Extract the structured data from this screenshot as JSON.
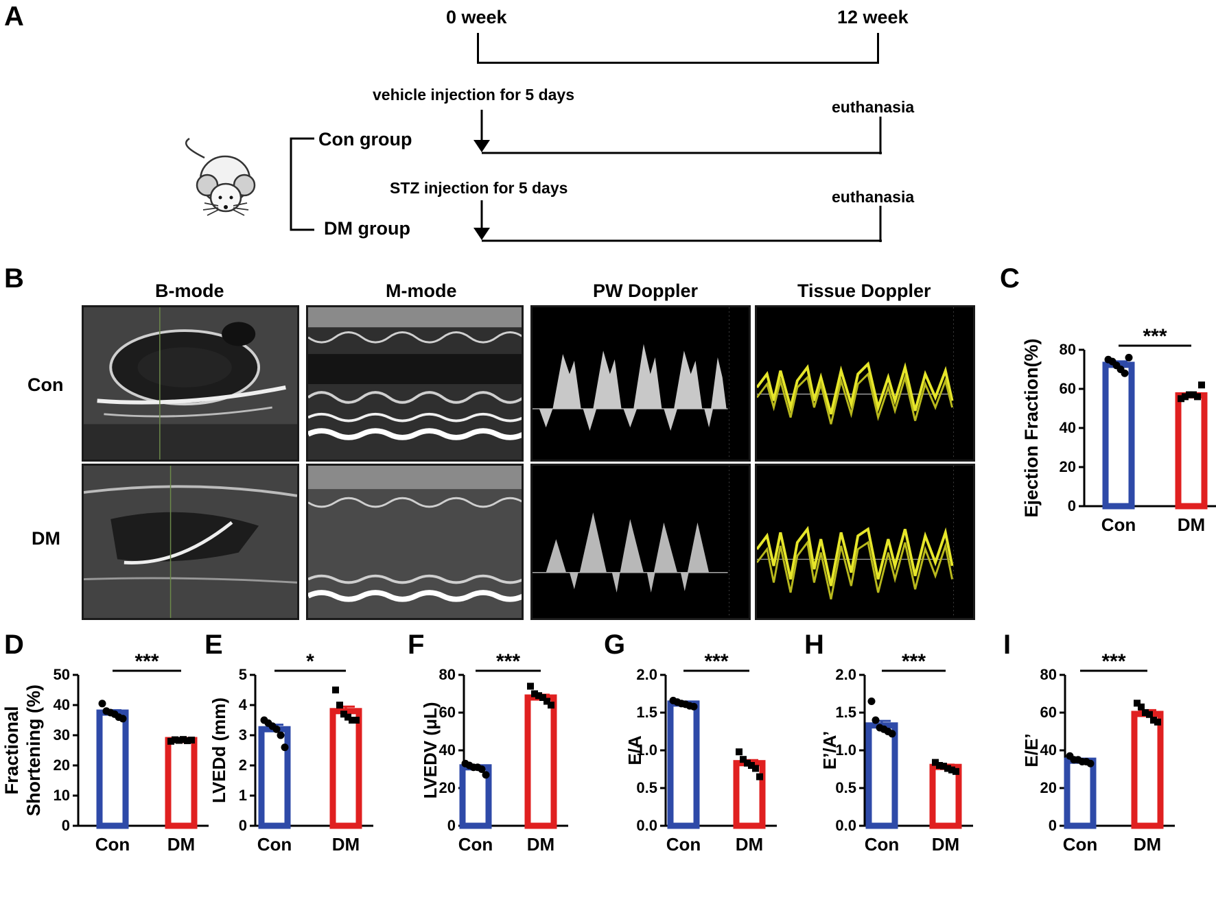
{
  "panel_labels": {
    "a": "A",
    "b": "B",
    "c": "C",
    "d": "D",
    "e": "E",
    "f": "F",
    "g": "G",
    "h": "H",
    "i": "I"
  },
  "timeline": {
    "start": "0 week",
    "end": "12 week",
    "con_injection": "vehicle injection for 5 days",
    "dm_injection": "STZ injection for 5 days",
    "con_end": "euthanasia",
    "dm_end": "euthanasia",
    "con_group": "Con group",
    "dm_group": "DM group"
  },
  "echo": {
    "columns": [
      "B-mode",
      "M-mode",
      "PW Doppler",
      "Tissue Doppler"
    ],
    "rows": [
      "Con",
      "DM"
    ]
  },
  "colors": {
    "con": "#2e4aa8",
    "dm": "#e02020",
    "doppler_trace": "#e6e62a"
  },
  "chart_data": [
    {
      "id": "C",
      "type": "bar",
      "categories": [
        "Con",
        "DM"
      ],
      "values": [
        72.3,
        56.7
      ],
      "sem": [
        1.8,
        0.9
      ],
      "points": [
        [
          75,
          74,
          72,
          70,
          68,
          76
        ],
        [
          55,
          56,
          57,
          57,
          56,
          62
        ]
      ],
      "title": "",
      "xlabel": "",
      "ylabel": "Ejection Fraction(%)",
      "ylim": [
        0,
        80
      ],
      "yticks": [
        "0",
        "20",
        "40",
        "60",
        "80"
      ],
      "significance": "***"
    },
    {
      "id": "D",
      "type": "bar",
      "categories": [
        "Con",
        "DM"
      ],
      "values": [
        37.5,
        28.4
      ],
      "sem": [
        0.8,
        0.3
      ],
      "points": [
        [
          40.5,
          38,
          37.5,
          37,
          36,
          35.5
        ],
        [
          28,
          28.5,
          28.3,
          28.6,
          28.2,
          28.4
        ]
      ],
      "title": "",
      "xlabel": "",
      "ylabel": "Fractional Shortening (%)",
      "ylabel_lines": [
        "Fractional",
        "Shortening (%)"
      ],
      "ylim": [
        0,
        50
      ],
      "yticks": [
        "0",
        "10",
        "20",
        "30",
        "40",
        "50"
      ],
      "significance": "***"
    },
    {
      "id": "E",
      "type": "bar",
      "categories": [
        "Con",
        "DM"
      ],
      "values": [
        3.2,
        3.8
      ],
      "sem": [
        0.15,
        0.15
      ],
      "points": [
        [
          3.5,
          3.4,
          3.3,
          3.2,
          3.0,
          2.6
        ],
        [
          4.5,
          4.0,
          3.7,
          3.6,
          3.5,
          3.5
        ]
      ],
      "title": "",
      "xlabel": "",
      "ylabel": "LVEDd (mm)",
      "ylim": [
        0,
        5
      ],
      "yticks": [
        "0",
        "1",
        "2",
        "3",
        "4",
        "5"
      ],
      "significance": "*"
    },
    {
      "id": "F",
      "type": "bar",
      "categories": [
        "Con",
        "DM"
      ],
      "values": [
        31,
        68
      ],
      "sem": [
        1.0,
        1.5
      ],
      "points": [
        [
          33,
          32,
          31,
          31,
          30,
          27
        ],
        [
          74,
          70,
          69,
          68,
          66,
          64
        ]
      ],
      "title": "",
      "xlabel": "",
      "ylabel": "LVEDV (μL)",
      "ylim": [
        0,
        80
      ],
      "yticks": [
        "0",
        "20",
        "40",
        "60",
        "80"
      ],
      "significance": "***"
    },
    {
      "id": "G",
      "type": "bar",
      "categories": [
        "Con",
        "DM"
      ],
      "values": [
        1.62,
        0.83
      ],
      "sem": [
        0.02,
        0.04
      ],
      "points": [
        [
          1.66,
          1.64,
          1.62,
          1.61,
          1.59,
          1.58
        ],
        [
          0.98,
          0.88,
          0.83,
          0.8,
          0.76,
          0.65
        ]
      ],
      "title": "",
      "xlabel": "",
      "ylabel": "E/A",
      "ylim": [
        0,
        2
      ],
      "yticks": [
        "0.0",
        "0.5",
        "1.0",
        "1.5",
        "2.0"
      ],
      "significance": "***"
    },
    {
      "id": "H",
      "type": "bar",
      "categories": [
        "Con",
        "DM"
      ],
      "values": [
        1.33,
        0.78
      ],
      "sem": [
        0.06,
        0.03
      ],
      "points": [
        [
          1.65,
          1.4,
          1.3,
          1.28,
          1.25,
          1.22
        ],
        [
          0.84,
          0.8,
          0.79,
          0.76,
          0.74,
          0.72
        ]
      ],
      "title": "",
      "xlabel": "",
      "ylabel": "E’/A’",
      "ylim": [
        0,
        2
      ],
      "yticks": [
        "0.0",
        "0.5",
        "1.0",
        "1.5",
        "2.0"
      ],
      "significance": "***"
    },
    {
      "id": "I",
      "type": "bar",
      "categories": [
        "Con",
        "DM"
      ],
      "values": [
        34.5,
        59.3
      ],
      "sem": [
        0.6,
        2.0
      ],
      "points": [
        [
          37,
          35,
          35,
          34,
          34,
          33
        ],
        [
          65,
          63,
          60,
          59,
          56,
          55
        ]
      ],
      "title": "",
      "xlabel": "",
      "ylabel": "E/E’",
      "ylim": [
        0,
        80
      ],
      "yticks": [
        "0",
        "20",
        "40",
        "60",
        "80"
      ],
      "significance": "***"
    }
  ]
}
